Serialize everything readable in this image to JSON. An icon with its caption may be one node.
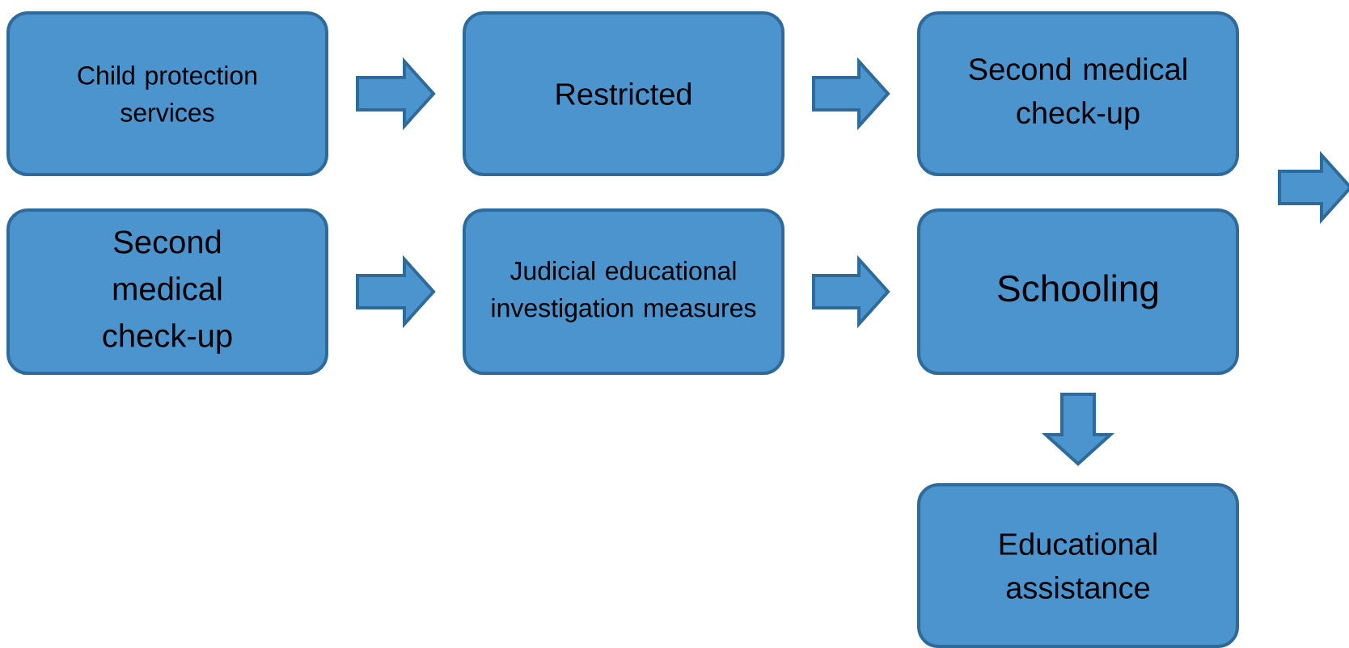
{
  "diagram": {
    "nodes": [
      {
        "text": [
          "Child protection services"
        ]
      },
      {
        "text": [
          "Restricted"
        ]
      },
      {
        "text": [
          "Second medical check-up"
        ]
      },
      {
        "text": [
          "Second medical check-up"
        ]
      },
      {
        "text": [
          "Judicial educational investigation measures"
        ]
      },
      {
        "text": [
          "Schooling"
        ]
      },
      {
        "text": [
          "Educational assistance"
        ]
      }
    ],
    "edges": [
      {
        "from": 0,
        "to": 1,
        "arrow": "to"
      },
      {
        "from": 1,
        "to": 2,
        "arrow": "to"
      },
      {
        "from": 3,
        "to": 4,
        "arrow": "to"
      },
      {
        "from": 4,
        "to": 5,
        "arrow": "to"
      },
      {
        "from": 5,
        "to": 6,
        "arrow": "to"
      },
      {
        "from": 2,
        "to": null,
        "arrow": "to"
      }
    ]
  }
}
